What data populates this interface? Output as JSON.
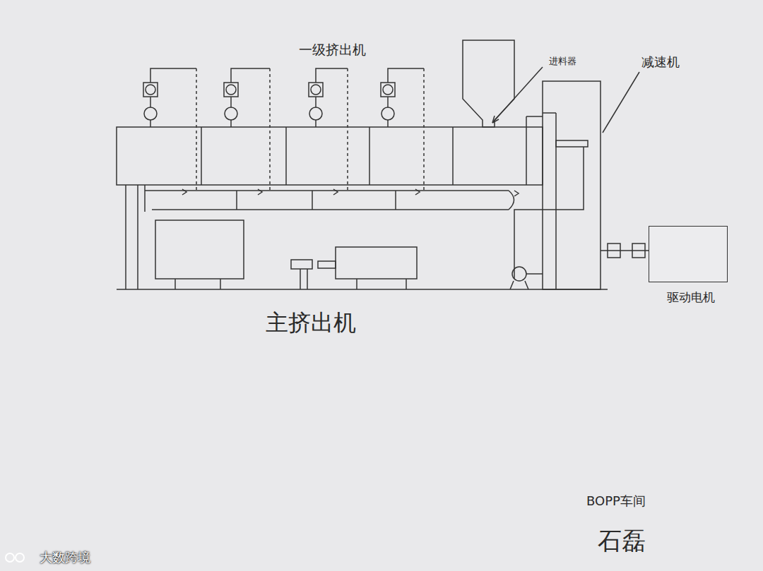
{
  "diagram": {
    "nodes": [
      {
        "text": [
          "驱动电机"
        ]
      }
    ],
    "labels": [
      "一级挤出机",
      "进料器",
      "减速机",
      "主挤出机",
      "BOPP车间",
      "石磊",
      "大数跨境"
    ]
  }
}
